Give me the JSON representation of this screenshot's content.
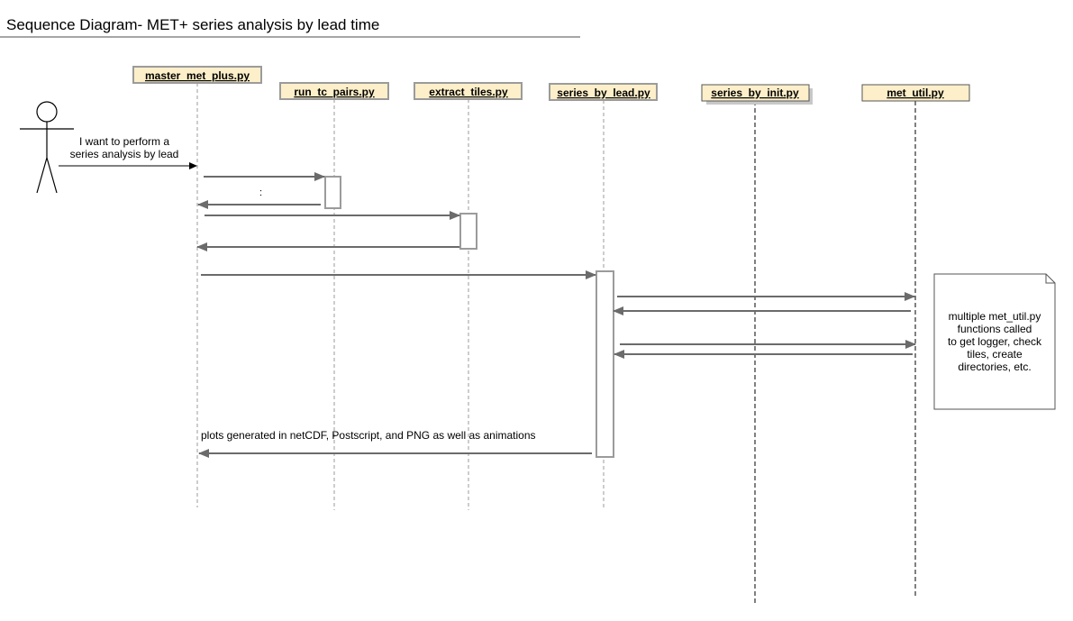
{
  "title": "Sequence Diagram- MET+  series analysis by lead time",
  "actor": {
    "message": [
      "I want to perform a",
      "series analysis by lead"
    ]
  },
  "participants": [
    {
      "id": "master",
      "label": "master_met_plus.py"
    },
    {
      "id": "tcpairs",
      "label": "run_tc_pairs.py"
    },
    {
      "id": "extract",
      "label": "extract_tiles.py"
    },
    {
      "id": "lead",
      "label": "series_by_lead.py"
    },
    {
      "id": "init",
      "label": "series_by_init.py"
    },
    {
      "id": "util",
      "label": "met_util.py"
    }
  ],
  "messages": {
    "colon_mark": ":",
    "plots_label": "plots generated in netCDF, Postscript, and PNG as well as animations"
  },
  "note": {
    "lines": [
      "multiple met_util.py",
      "functions called",
      "to get logger, check",
      "tiles, create",
      "directories, etc."
    ]
  },
  "colors": {
    "participant_fill": "#fcefc9",
    "participant_border": "#9b9b9b",
    "arrow": "#6b6b6b",
    "lifeline": "#9b9b9b"
  }
}
